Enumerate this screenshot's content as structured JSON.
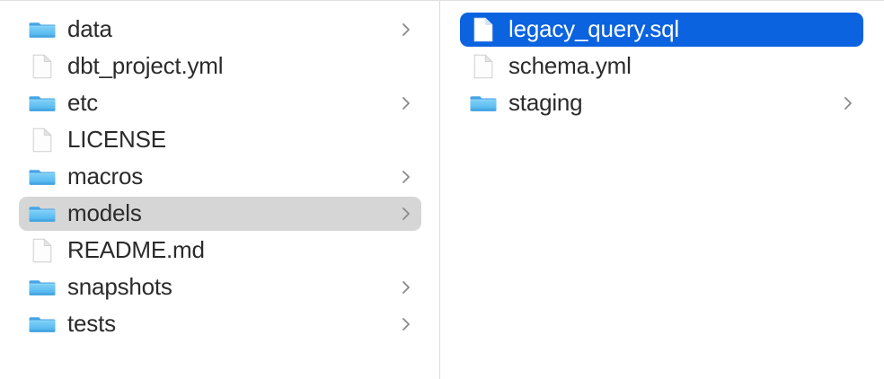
{
  "view": {
    "kind": "finder-column-view",
    "colors": {
      "background": "#ffffff",
      "divider": "#dcdcdc",
      "selection_inactive": "#d6d6d6",
      "selection_active": "#0b63e0",
      "text": "#2b2b2b",
      "text_selected": "#ffffff",
      "folder_icon": "#57b9f0",
      "chevron": "#8a8a8a"
    }
  },
  "columns": [
    {
      "name": "parent-column",
      "items": [
        {
          "label": "data",
          "icon": "folder-icon",
          "has_chevron": true,
          "selected": false,
          "selection_style": "none"
        },
        {
          "label": "dbt_project.yml",
          "icon": "document-icon",
          "has_chevron": false,
          "selected": false,
          "selection_style": "none"
        },
        {
          "label": "etc",
          "icon": "folder-icon",
          "has_chevron": true,
          "selected": false,
          "selection_style": "none"
        },
        {
          "label": "LICENSE",
          "icon": "document-icon",
          "has_chevron": false,
          "selected": false,
          "selection_style": "none"
        },
        {
          "label": "macros",
          "icon": "folder-icon",
          "has_chevron": true,
          "selected": false,
          "selection_style": "none"
        },
        {
          "label": "models",
          "icon": "folder-icon",
          "has_chevron": true,
          "selected": true,
          "selection_style": "gray"
        },
        {
          "label": "README.md",
          "icon": "document-icon",
          "has_chevron": false,
          "selected": false,
          "selection_style": "none"
        },
        {
          "label": "snapshots",
          "icon": "folder-icon",
          "has_chevron": true,
          "selected": false,
          "selection_style": "none"
        },
        {
          "label": "tests",
          "icon": "folder-icon",
          "has_chevron": true,
          "selected": false,
          "selection_style": "none"
        }
      ]
    },
    {
      "name": "child-column",
      "items": [
        {
          "label": "legacy_query.sql",
          "icon": "document-icon",
          "has_chevron": false,
          "selected": true,
          "selection_style": "blue"
        },
        {
          "label": "schema.yml",
          "icon": "document-icon",
          "has_chevron": false,
          "selected": false,
          "selection_style": "none"
        },
        {
          "label": "staging",
          "icon": "folder-icon",
          "has_chevron": true,
          "selected": false,
          "selection_style": "none"
        }
      ]
    }
  ]
}
